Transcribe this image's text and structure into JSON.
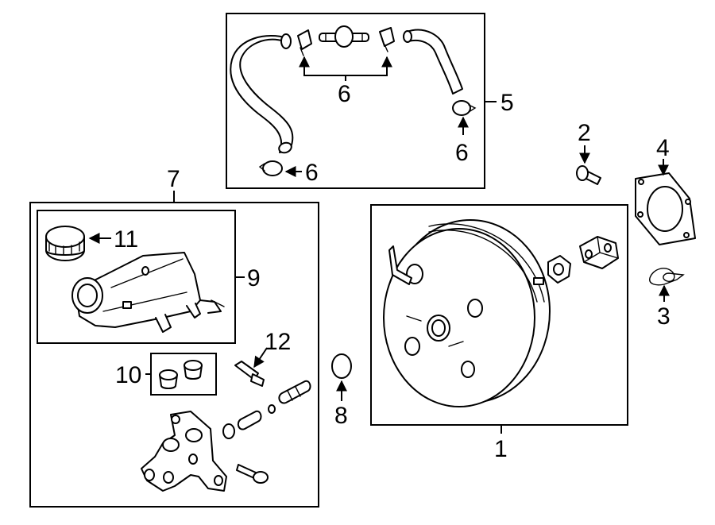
{
  "callouts": {
    "c1": "1",
    "c2": "2",
    "c3": "3",
    "c4": "4",
    "c5": "5",
    "c6a": "6",
    "c6b": "6",
    "c6c": "6",
    "c7": "7",
    "c8": "8",
    "c9": "9",
    "c10": "10",
    "c11": "11",
    "c12": "12"
  }
}
